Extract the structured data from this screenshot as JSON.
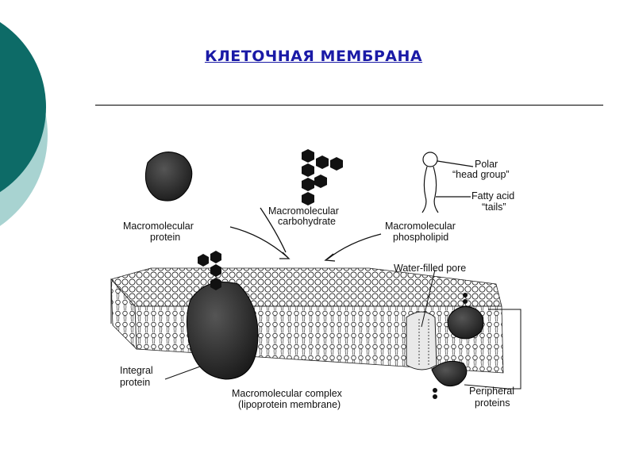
{
  "slide": {
    "title": "КЛЕТОЧНАЯ МЕМБРАНА"
  },
  "diagram": {
    "labels": {
      "macro_protein_1": "Macromolecular",
      "macro_protein_2": "protein",
      "macro_carb_1": "Macromolecular",
      "macro_carb_2": "carbohydrate",
      "macro_phos_1": "Macromolecular",
      "macro_phos_2": "phospholipid",
      "polar_1": "Polar",
      "polar_2": "“head group”",
      "fatty_1": "Fatty acid",
      "fatty_2": "“tails”",
      "pore": "Water-filled pore",
      "integral_1": "Integral",
      "integral_2": "protein",
      "complex_1": "Macromolecular complex",
      "complex_2": "(lipoprotein membrane)",
      "peripheral_1": "Peripheral",
      "peripheral_2": "proteins"
    }
  },
  "colors": {
    "deco_dark": "#0d6b67",
    "deco_light": "#a8d3d1",
    "title": "#1a1aa6"
  }
}
